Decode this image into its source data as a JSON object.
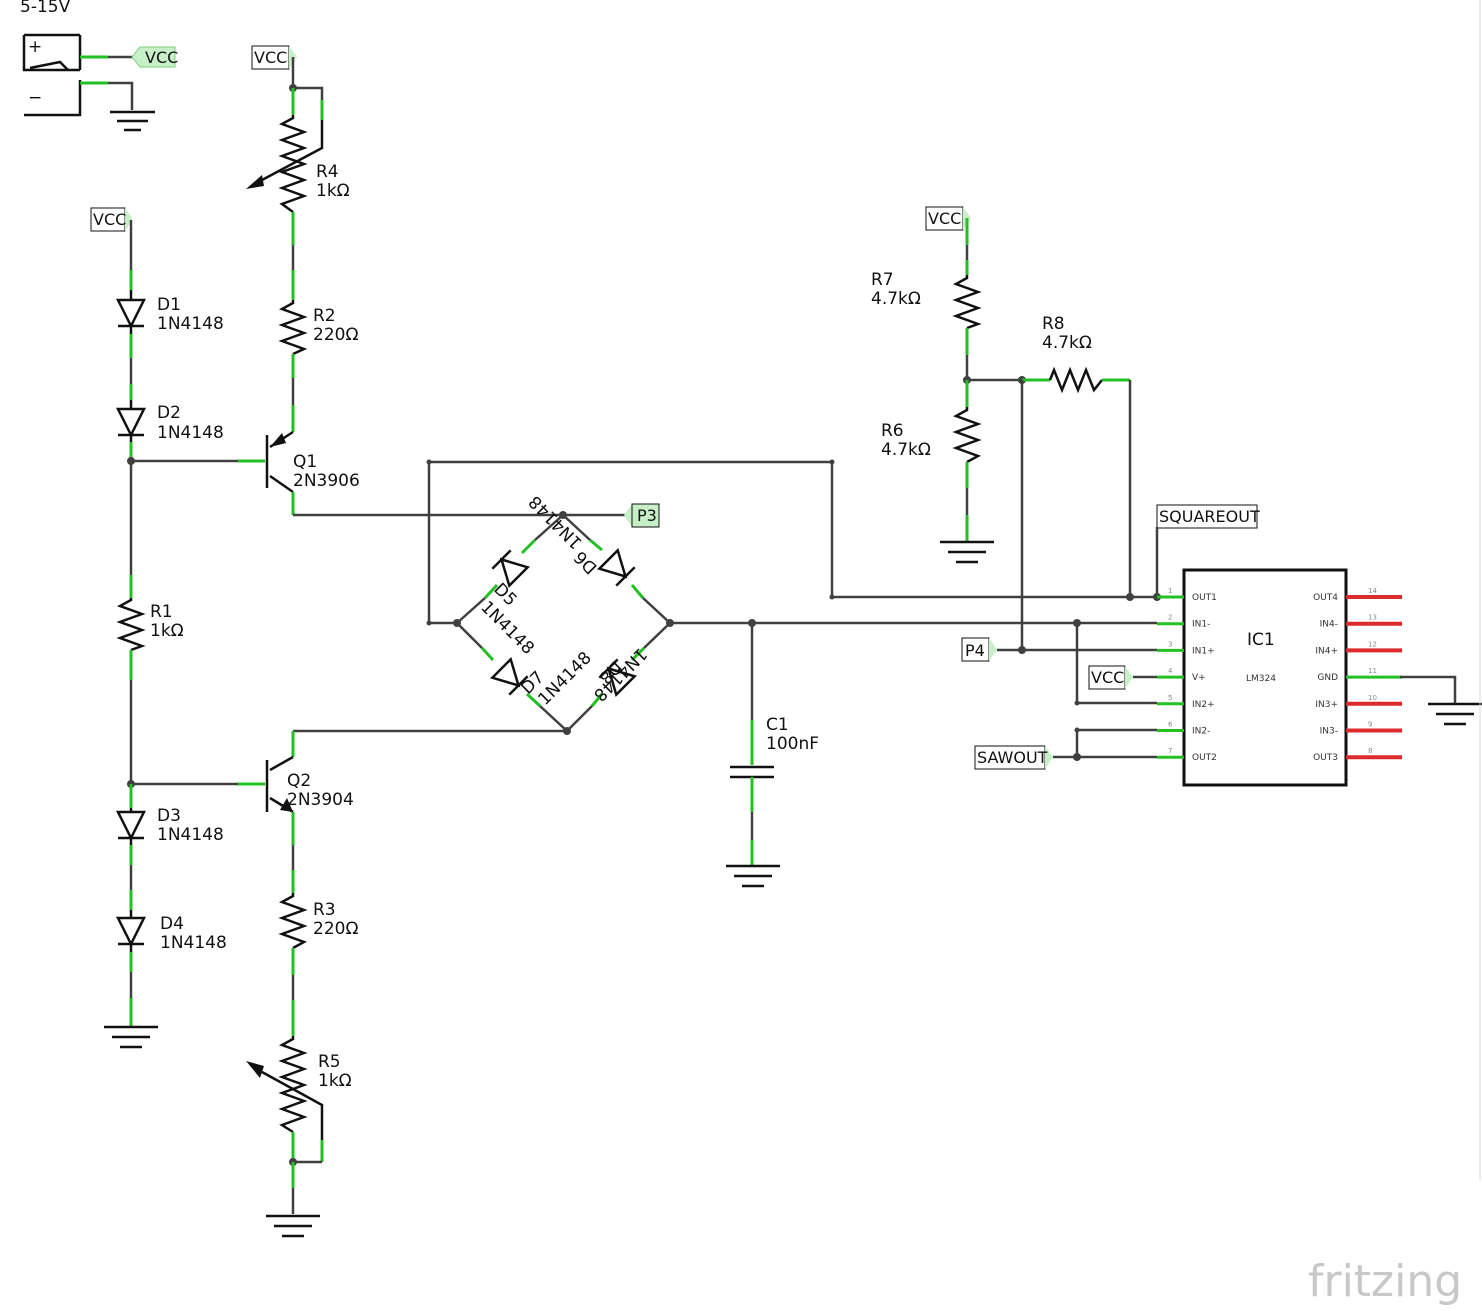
{
  "supply": {
    "label": "5-15V",
    "plus": "+",
    "minus": "−"
  },
  "nets": {
    "vcc": "VCC",
    "p3": "P3",
    "p4": "P4",
    "squareout": "SQUAREOUT",
    "sawout": "SAWOUT"
  },
  "components": {
    "R4": {
      "ref": "R4",
      "value": "1kΩ"
    },
    "R2": {
      "ref": "R2",
      "value": "220Ω"
    },
    "Q1": {
      "ref": "Q1",
      "value": "2N3906"
    },
    "D1": {
      "ref": "D1",
      "value": "1N4148"
    },
    "D2": {
      "ref": "D2",
      "value": "1N4148"
    },
    "R1": {
      "ref": "R1",
      "value": "1kΩ"
    },
    "Q2": {
      "ref": "Q2",
      "value": "2N3904"
    },
    "D3": {
      "ref": "D3",
      "value": "1N4148"
    },
    "D4": {
      "ref": "D4",
      "value": "1N4148"
    },
    "R3": {
      "ref": "R3",
      "value": "220Ω"
    },
    "R5": {
      "ref": "R5",
      "value": "1kΩ"
    },
    "D5": {
      "ref": "D5",
      "value": "1N4148"
    },
    "D6": {
      "ref": "D6",
      "value": "1N4148"
    },
    "D7": {
      "ref": "D7",
      "value": "1N4148"
    },
    "D8": {
      "ref": "D8",
      "value": "1N4148"
    },
    "C1": {
      "ref": "C1",
      "value": "100nF"
    },
    "R7": {
      "ref": "R7",
      "value": "4.7kΩ"
    },
    "R6": {
      "ref": "R6",
      "value": "4.7kΩ"
    },
    "R8": {
      "ref": "R8",
      "value": "4.7kΩ"
    },
    "IC1": {
      "ref": "IC1",
      "value": "LM324"
    }
  },
  "ic_pins_left": [
    {
      "num": "1",
      "name": "OUT1"
    },
    {
      "num": "2",
      "name": "IN1-"
    },
    {
      "num": "3",
      "name": "IN1+"
    },
    {
      "num": "4",
      "name": "V+"
    },
    {
      "num": "5",
      "name": "IN2+"
    },
    {
      "num": "6",
      "name": "IN2-"
    },
    {
      "num": "7",
      "name": "OUT2"
    }
  ],
  "ic_pins_right": [
    {
      "num": "14",
      "name": "OUT4"
    },
    {
      "num": "13",
      "name": "IN4-"
    },
    {
      "num": "12",
      "name": "IN4+"
    },
    {
      "num": "11",
      "name": "GND"
    },
    {
      "num": "10",
      "name": "IN3+"
    },
    {
      "num": "9",
      "name": "IN3-"
    },
    {
      "num": "8",
      "name": "OUT3"
    }
  ],
  "brand": "fritzing"
}
